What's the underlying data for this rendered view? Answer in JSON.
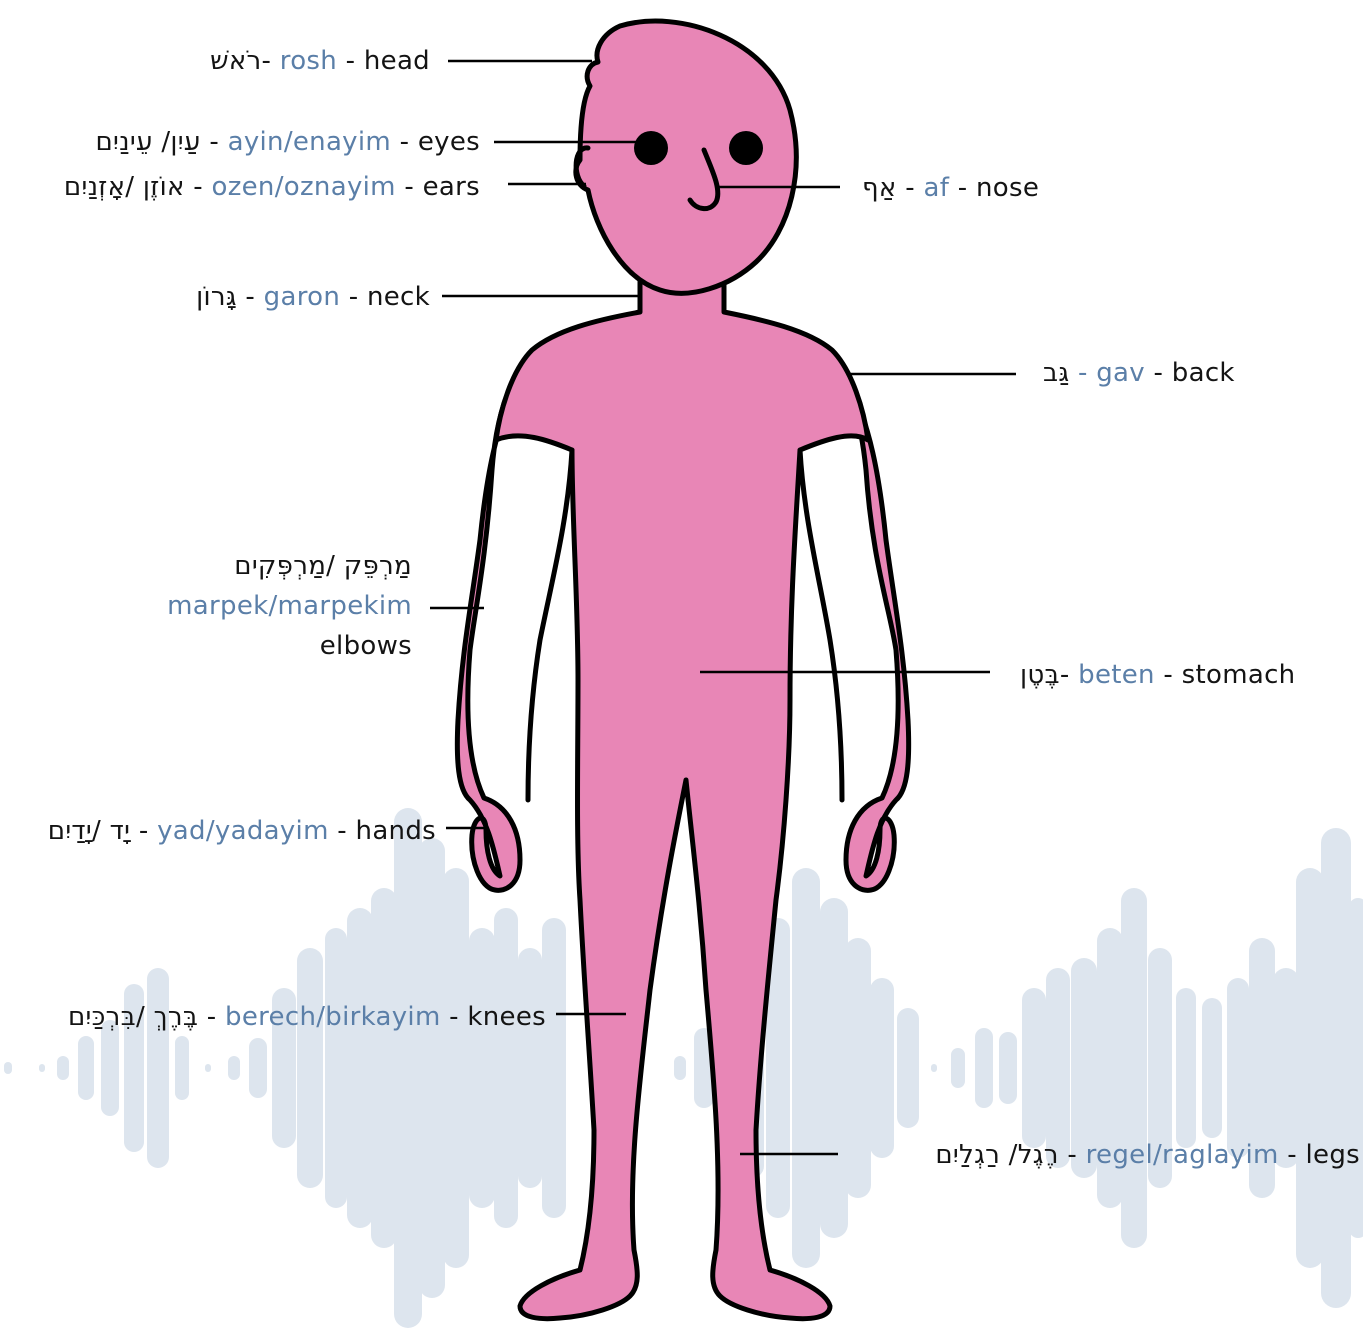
{
  "colors": {
    "skin": "#e886b6",
    "outline": "#000000",
    "translit": "#5b7fa8",
    "wave": "#dde5ee"
  },
  "labels": {
    "head": {
      "hebrew": "רֹאשׁ",
      "sep1": "-",
      "translit": "rosh",
      "sep2": "-",
      "english": "head"
    },
    "eyes": {
      "hebrew": "עַיִן/ עֵינַיִם",
      "sep1": "-",
      "translit": "ayin/enayim",
      "sep2": "-",
      "english": "eyes"
    },
    "ears": {
      "hebrew": "אוֹזֶן /אָזְנַיִם",
      "sep1": "-",
      "translit": "ozen/oznayim",
      "sep2": "-",
      "english": "ears"
    },
    "nose": {
      "hebrew": "אַף",
      "sep1": "-",
      "translit": "af",
      "sep2": "-",
      "english": "nose"
    },
    "neck": {
      "hebrew": "גָּרוֹן",
      "sep1": "-",
      "translit": "garon",
      "sep2": "-",
      "english": "neck"
    },
    "back": {
      "hebrew": "גַּב",
      "sep1": "-",
      "translit": "gav",
      "sep2": "-",
      "english": "back"
    },
    "elbows": {
      "hebrew": "מַרְפֵּק /מַרְפְּקִים",
      "translit": "marpek/marpekim",
      "english": "elbows"
    },
    "stomach": {
      "hebrew": "בֶּטֶן",
      "sep1": "-",
      "translit": "beten",
      "sep2": "-",
      "english": "stomach"
    },
    "hands": {
      "hebrew": "יָד /יָדַיִם",
      "sep1": "-",
      "translit": "yad/yadayim",
      "sep2": "-",
      "english": "hands"
    },
    "knees": {
      "hebrew": "בֶּרֶךְ /בִּרְכַּיִם",
      "sep1": "-",
      "translit": "berech/birkayim",
      "sep2": "-",
      "english": "knees"
    },
    "legs": {
      "hebrew": "רֶגֶל/ רַגְלַיִם",
      "sep1": "-",
      "translit": "regel/raglayim",
      "sep2": "-",
      "english": "legs"
    }
  }
}
